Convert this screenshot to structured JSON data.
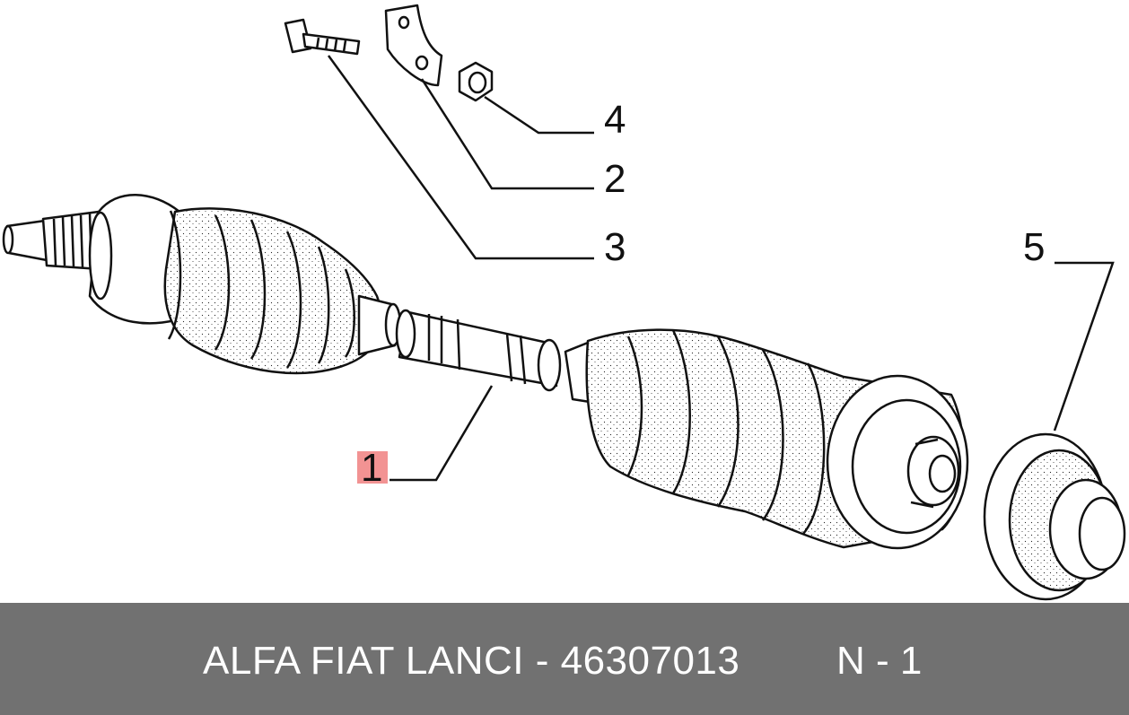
{
  "callouts": [
    {
      "id": "1",
      "text": "1",
      "highlighted": true
    },
    {
      "id": "2",
      "text": "2",
      "highlighted": false
    },
    {
      "id": "3",
      "text": "3",
      "highlighted": false
    },
    {
      "id": "4",
      "text": "4",
      "highlighted": false
    },
    {
      "id": "5",
      "text": "5",
      "highlighted": false
    }
  ],
  "footer": {
    "text": "ALFA FIAT LANCI - 46307013",
    "code": "N - 1"
  },
  "colors": {
    "footer_bg": "#717171",
    "footer_text": "#ffffff",
    "highlight": "#f08080",
    "line": "#111111"
  },
  "icons": [
    "bolt-icon",
    "bracket-icon",
    "nut-icon",
    "cv-joint-icon",
    "shaft-icon",
    "dust-cover-icon"
  ]
}
